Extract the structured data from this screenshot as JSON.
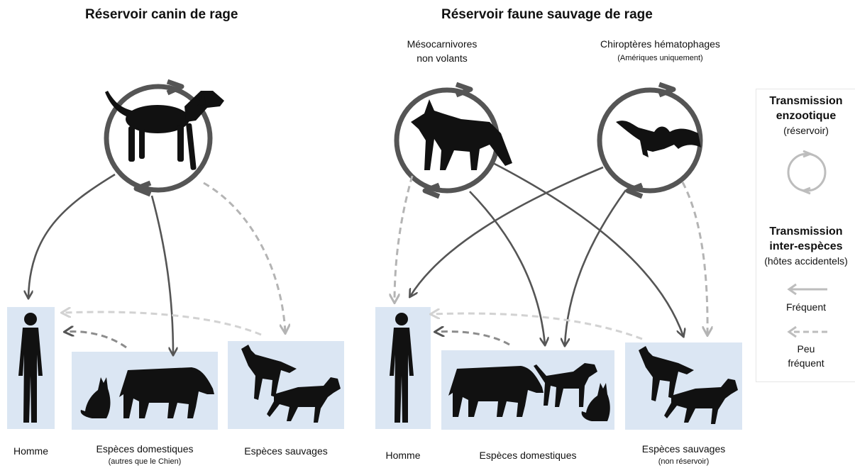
{
  "left": {
    "title": "Réservoir canin de rage",
    "labels": {
      "human": "Homme",
      "domestic": "Espèces domestiques",
      "domestic_sub": "(autres que le Chien)",
      "wild": "Espèces sauvages"
    }
  },
  "right": {
    "title": "Réservoir faune sauvage de rage",
    "reservoir1": {
      "line1": "Mésocarnivores",
      "line2": "non volants"
    },
    "reservoir2": {
      "line1": "Chiroptères hématophages",
      "sub": "(Amériques uniquement)"
    },
    "labels": {
      "human": "Homme",
      "domestic": "Espèces domestiques",
      "wild": "Espèces sauvages",
      "wild_sub": "(non réservoir)"
    }
  },
  "legend": {
    "enzootic_title_1": "Transmission",
    "enzootic_title_2": "enzootique",
    "enzootic_sub": "(réservoir)",
    "inter_title_1": "Transmission",
    "inter_title_2": "inter-espèces",
    "inter_sub": "(hôtes accidentels)",
    "frequent": "Fréquent",
    "rare_1": "Peu",
    "rare_2": "fréquent"
  },
  "colors": {
    "solid_arrow": "#555555",
    "dashed_arrow": "#b4b4b4",
    "dashed_arrow_light": "#d2d2d2",
    "box_fill": "#dbe6f3",
    "silhouette": "#111111"
  }
}
